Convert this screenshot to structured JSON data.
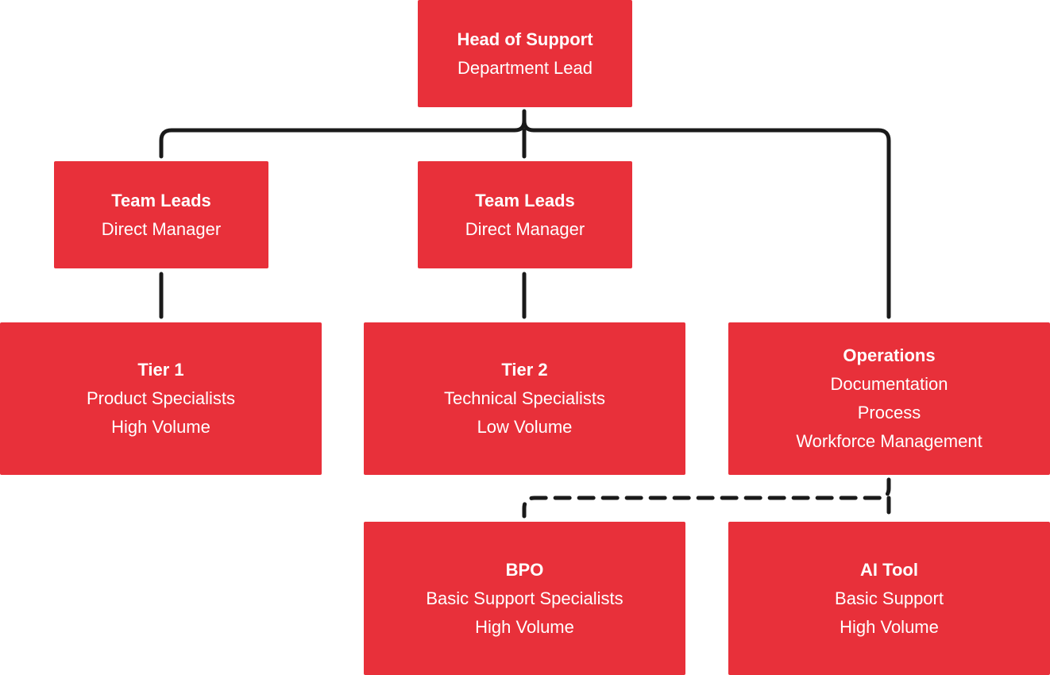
{
  "nodes": {
    "head": {
      "title": "Head of Support",
      "lines": [
        "Department Lead"
      ]
    },
    "team_leads_left": {
      "title": "Team Leads",
      "lines": [
        "Direct Manager"
      ]
    },
    "team_leads_middle": {
      "title": "Team Leads",
      "lines": [
        "Direct Manager"
      ]
    },
    "tier1": {
      "title": "Tier 1",
      "lines": [
        "Product Specialists",
        "High Volume"
      ]
    },
    "tier2": {
      "title": "Tier 2",
      "lines": [
        "Technical Specialists",
        "Low Volume"
      ]
    },
    "operations": {
      "title": "Operations",
      "lines": [
        "Documentation",
        "Process",
        "Workforce Management"
      ]
    },
    "bpo": {
      "title": "BPO",
      "lines": [
        "Basic Support Specialists",
        "High Volume"
      ]
    },
    "ai_tool": {
      "title": "AI Tool",
      "lines": [
        "Basic Support",
        "High Volume"
      ]
    }
  },
  "colors": {
    "node_fill": "#e8303a",
    "node_text": "#ffffff",
    "connector": "#1a1a1a"
  }
}
